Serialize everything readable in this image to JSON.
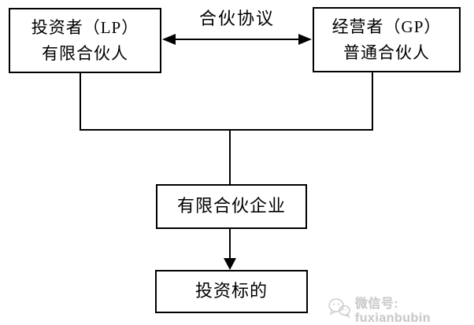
{
  "diagram": {
    "nodes": {
      "investor": {
        "line1": "投资者（LP）",
        "line2": "有限合伙人"
      },
      "operator": {
        "line1": "经营者（GP）",
        "line2": "普通合伙人"
      },
      "partnership": {
        "label": "有限合伙企业"
      },
      "target": {
        "label": "投资标的"
      }
    },
    "edges": {
      "agreement_label": "合伙协议"
    }
  },
  "watermark": {
    "text": "微信号: fuxianbubin",
    "icon": "wechat-icon",
    "color": "#c9c9c9"
  },
  "colors": {
    "background": "#ffffff",
    "line": "#000000"
  }
}
